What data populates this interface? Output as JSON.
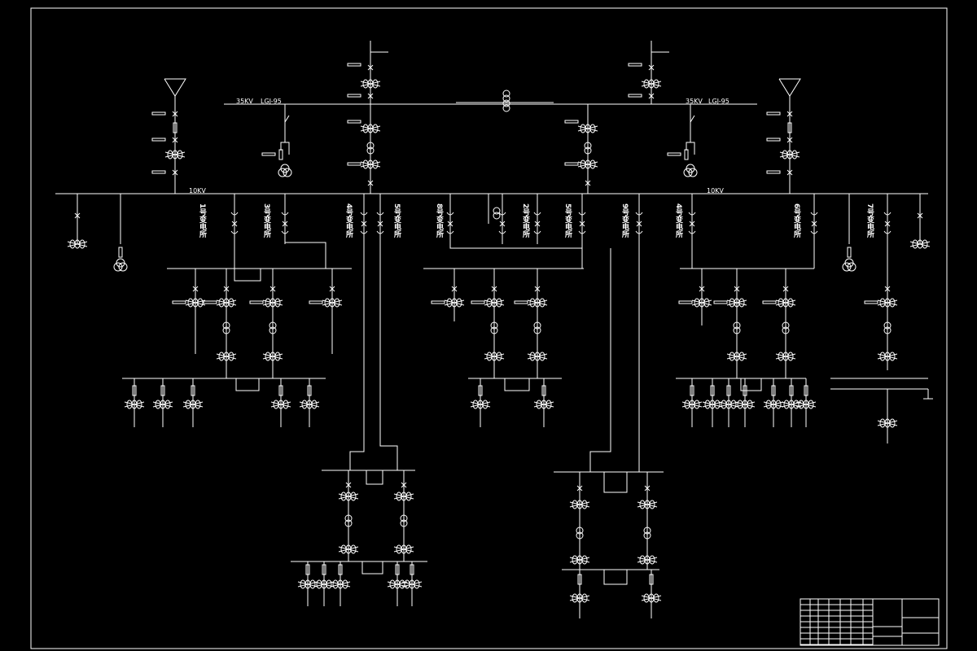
{
  "diagram": {
    "type": "electrical single-line diagram",
    "background": "#000000",
    "line_color": "#ffffff",
    "bus_35kv": {
      "voltage": "35KV",
      "conductor": "LGJ-95"
    },
    "bus_35kv_right": {
      "voltage": "35KV",
      "conductor": "LGJ-95"
    },
    "bus_10kv": {
      "voltage": "10KV"
    },
    "bus_10kv_right": {
      "voltage": "10KV"
    },
    "stations": [
      "1号变电所",
      "3号变电所",
      "4号变电所",
      "5号变电所",
      "8号变电所",
      "2号变电所",
      "5号变电所",
      "9号变电所",
      "4号变电所",
      "6号变电所",
      "7号变电所"
    ]
  }
}
